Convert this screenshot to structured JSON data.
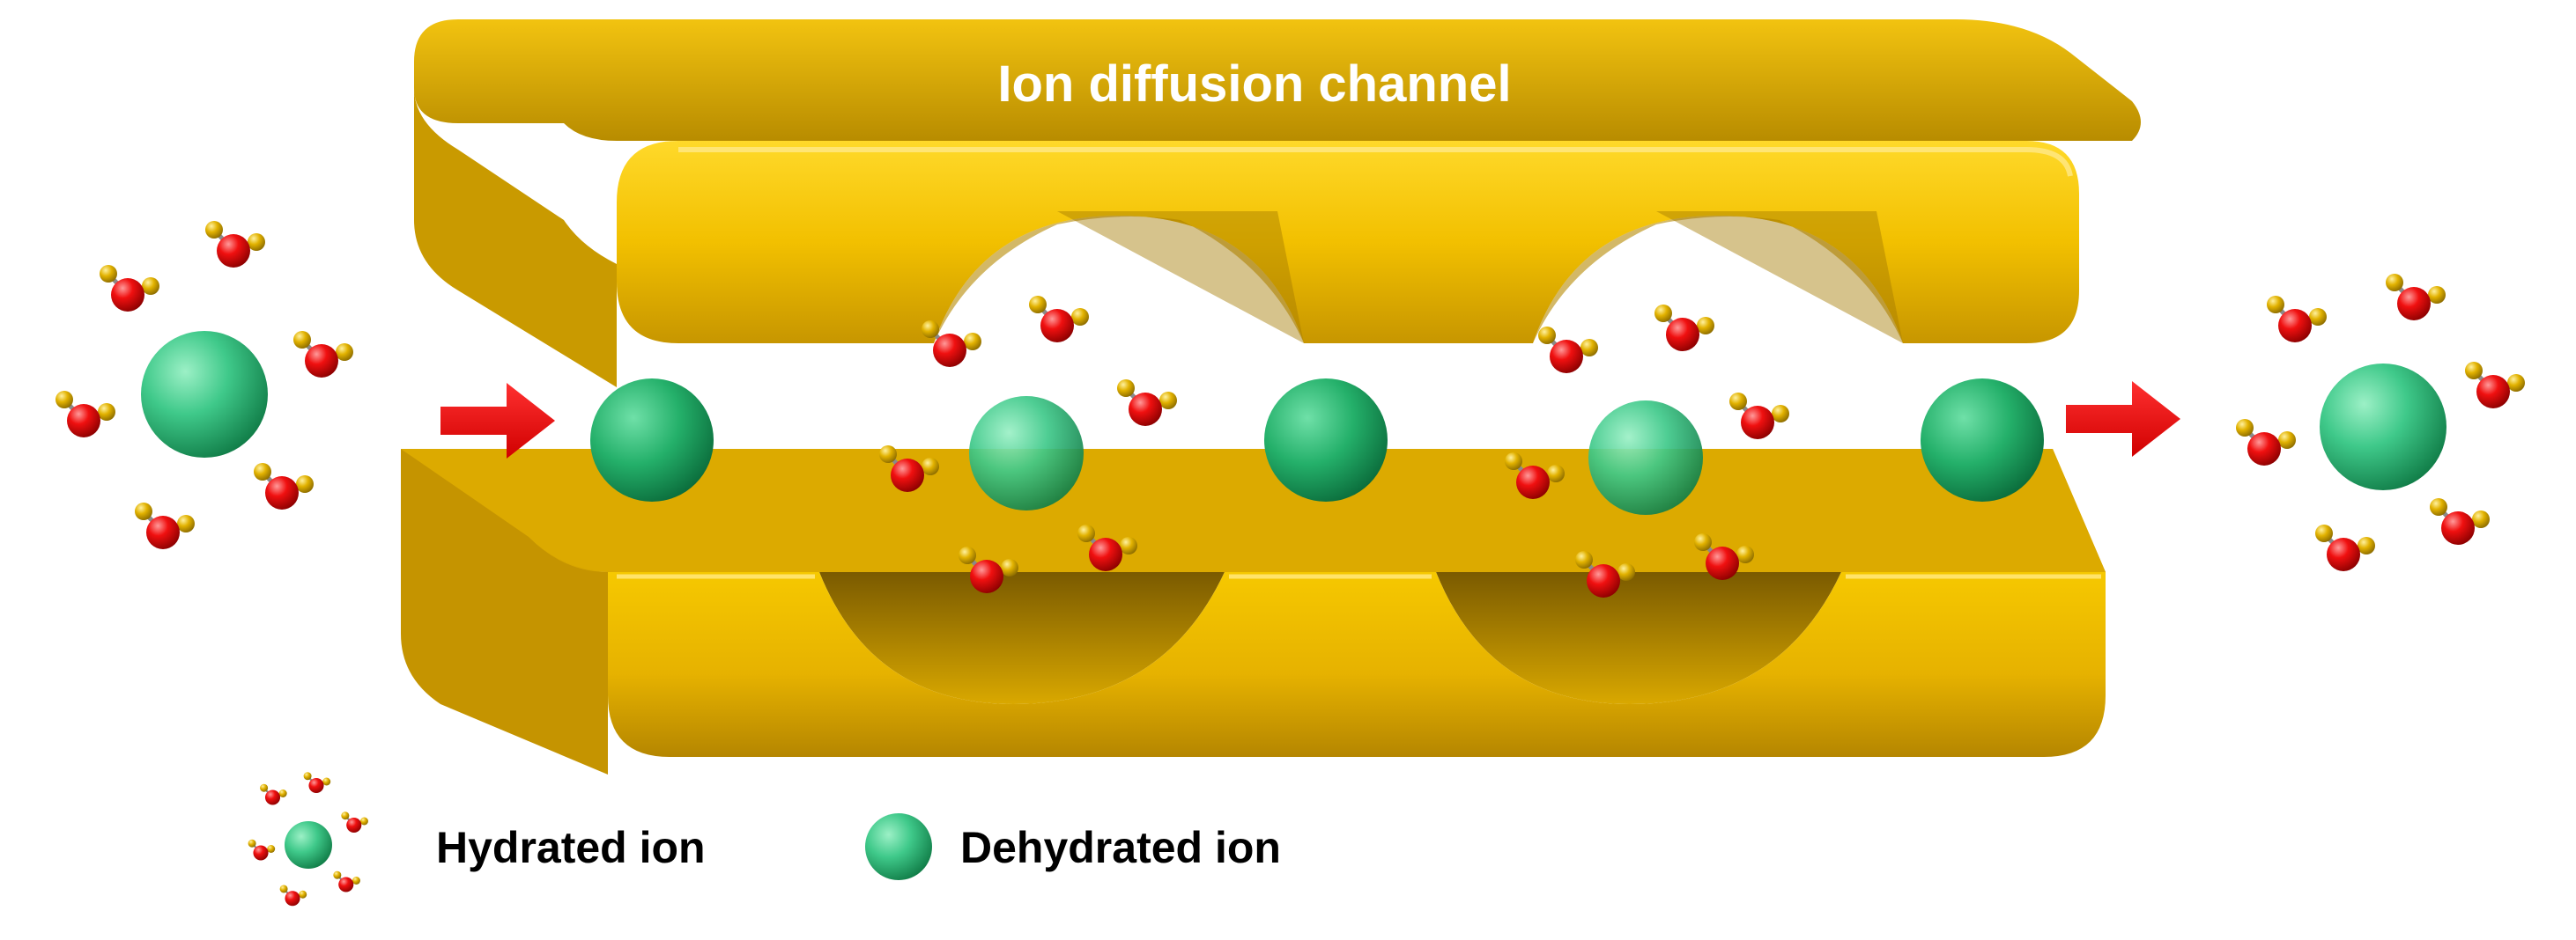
{
  "channel": {
    "title": "Ion diffusion channel"
  },
  "legend": {
    "items": [
      {
        "label": "Hydrated ion",
        "icon": "hydrated-ion-icon"
      },
      {
        "label": "Dehydrated ion",
        "icon": "dehydrated-ion-icon"
      }
    ]
  },
  "colors": {
    "channel_gold": "#E8B400",
    "channel_shadow": "#A07800",
    "channel_light": "#FFD31A",
    "ion_green": "#2BB673",
    "oxygen_red": "#E00000",
    "hydrogen_gold": "#D8A800",
    "arrow_red": "#F00000"
  }
}
